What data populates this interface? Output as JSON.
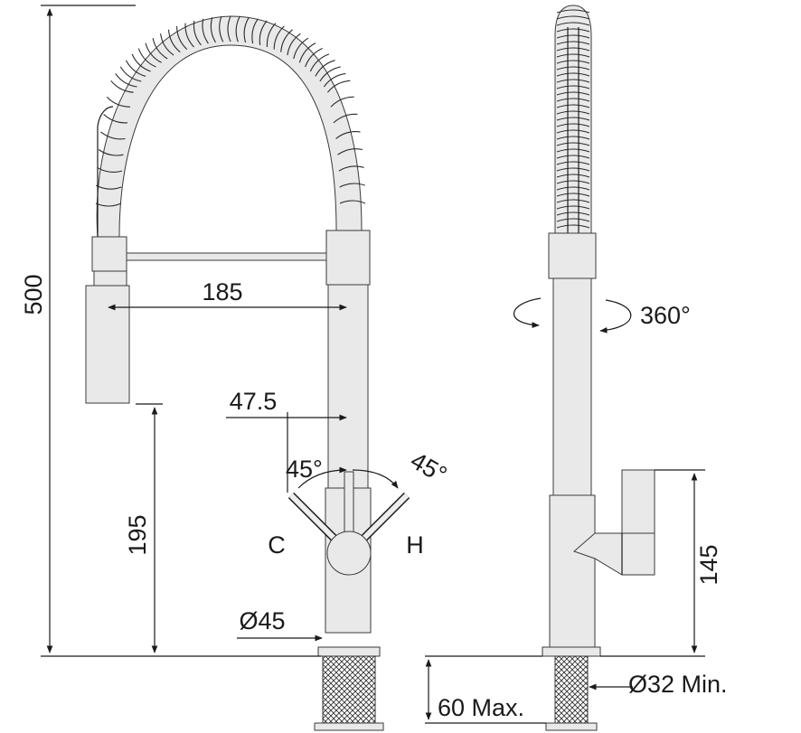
{
  "dimensions": {
    "total_height": "500",
    "spout_reach": "185",
    "spout_clearance": "195",
    "lever_offset": "47.5",
    "angle_left": "45°",
    "angle_right": "45°",
    "cold_label": "C",
    "hot_label": "H",
    "body_diameter": "Ø45",
    "rotation": "360°",
    "side_lever_height": "145",
    "hole_diameter": "Ø32 Min.",
    "deck_thickness": "60 Max."
  },
  "colors": {
    "line": "#1a1a1a",
    "fill": "#e9e9e9"
  }
}
